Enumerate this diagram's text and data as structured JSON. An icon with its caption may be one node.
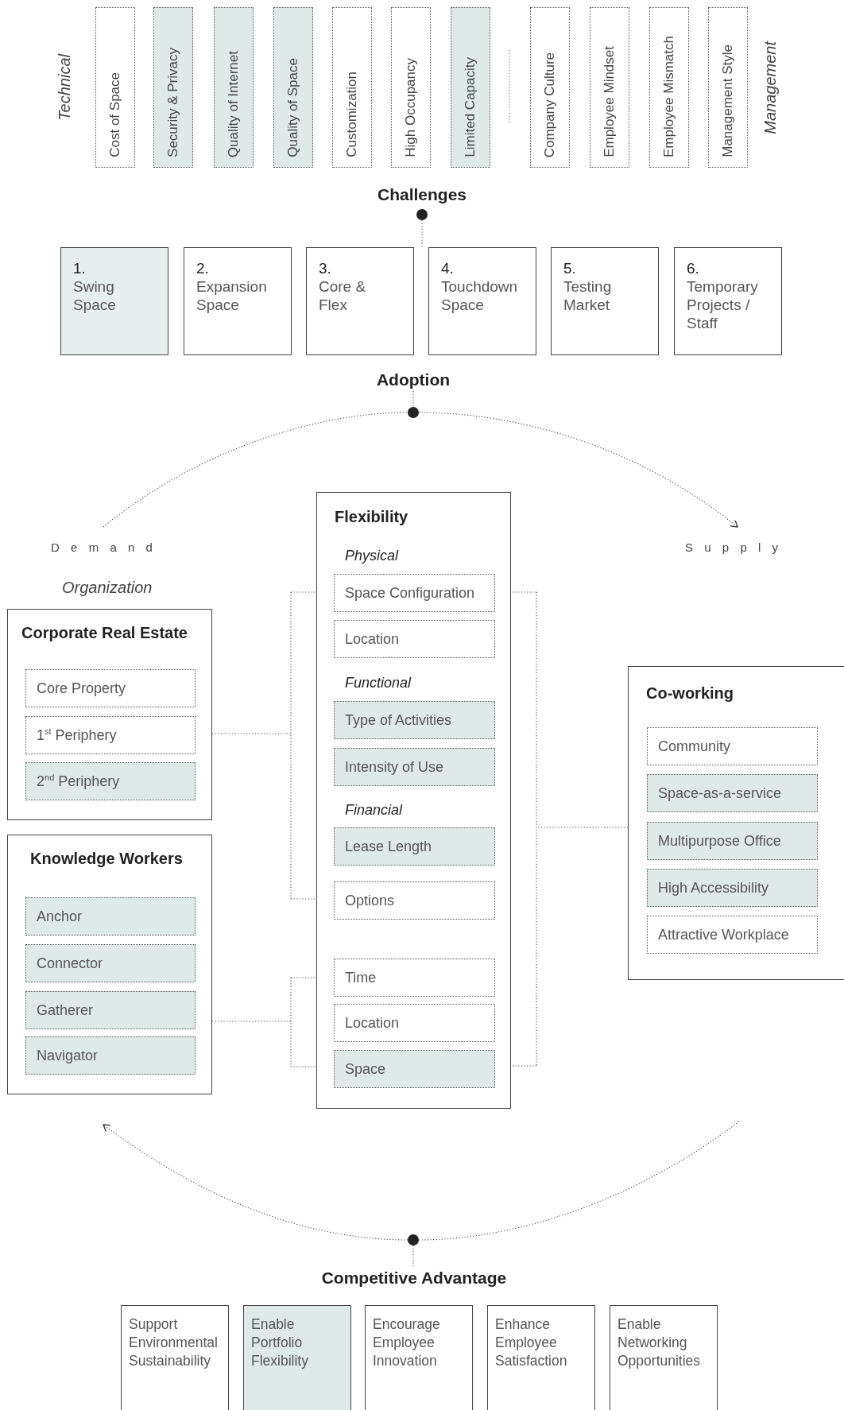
{
  "diagram": {
    "nodes": [
      {
        "text": [
          "Cost of Space"
        ]
      },
      {
        "text": [
          "Security & Privacy"
        ]
      },
      {
        "text": [
          "Quality of Internet"
        ]
      },
      {
        "text": [
          "Quality of Space"
        ]
      },
      {
        "text": [
          "Customization"
        ]
      },
      {
        "text": [
          "High Occupancy"
        ]
      },
      {
        "text": [
          "Limited Capacity"
        ]
      },
      {
        "text": [
          "Company Culture"
        ]
      },
      {
        "text": [
          "Employee Mindset"
        ]
      },
      {
        "text": [
          "Employee Mismatch"
        ]
      },
      {
        "text": [
          "Management Style"
        ]
      },
      {
        "text": [],
        "shape": "circle"
      },
      {
        "text": [
          "1.",
          "Swing Space"
        ]
      },
      {
        "text": [
          "2.",
          "Expansion Space"
        ]
      },
      {
        "text": [
          "3.",
          "Core & Flex"
        ]
      },
      {
        "text": [
          "4.",
          "Touchdown Space"
        ]
      },
      {
        "text": [
          "5.",
          "Testing Market"
        ]
      },
      {
        "text": [
          "6.",
          "Temporary Projects / Staff"
        ]
      },
      {
        "text": [
          "Adoption"
        ]
      },
      {
        "text": [],
        "shape": "circle"
      },
      {
        "text": [
          "Demand"
        ]
      },
      {
        "text": [
          "Supply"
        ]
      },
      {
        "text": [
          "Flexibility",
          "Physical",
          "Functional",
          "Financial"
        ]
      },
      {
        "text": [
          "Space Configuration"
        ],
        "in": 22
      },
      {
        "text": [
          "Location"
        ],
        "in": 22
      },
      {
        "text": [
          "Type of Activities"
        ],
        "in": 22
      },
      {
        "text": [
          "Intensity of Use"
        ],
        "in": 22
      },
      {
        "text": [
          "Lease Length"
        ],
        "in": 22
      },
      {
        "text": [
          "Options"
        ],
        "in": 22
      },
      {
        "text": [
          "Time"
        ],
        "in": 22
      },
      {
        "text": [
          "Location"
        ],
        "in": 22
      },
      {
        "text": [
          "Space"
        ],
        "in": 22
      },
      {
        "text": [
          "Corporate Real Estate"
        ]
      },
      {
        "text": [
          "Core Property"
        ],
        "in": 32
      },
      {
        "text": [
          "1$^{st}$ Periphery"
        ],
        "in": 32
      },
      {
        "text": [
          "2$^{nd}$ Periphery"
        ],
        "in": 32
      },
      {
        "text": [
          "Knowledge Workers"
        ]
      },
      {
        "text": [
          "Anchor"
        ],
        "in": 36
      },
      {
        "text": [
          "Connector"
        ],
        "in": 36
      },
      {
        "text": [
          "Gatherer"
        ],
        "in": 36
      },
      {
        "text": [
          "Navigator"
        ],
        "in": 36
      },
      {
        "text": [
          "Co-working"
        ]
      },
      {
        "text": [
          "Community"
        ],
        "in": 41
      },
      {
        "text": [
          "Space-as-a-service"
        ],
        "in": 41
      },
      {
        "text": [
          "Multipurpose Office"
        ],
        "in": 41
      },
      {
        "text": [
          "High Accessibility"
        ],
        "in": 41
      },
      {
        "text": [
          "Attractive Workplace"
        ],
        "in": 41
      },
      {
        "text": [],
        "shape": "circle"
      },
      {
        "text": [
          "Competitive Advantage"
        ]
      },
      {
        "text": [
          "Support Environmental Sustainability"
        ]
      },
      {
        "text": [
          "Enable Portfolio Flexibility"
        ]
      },
      {
        "text": [
          "Encourage Employee Innovation"
        ]
      },
      {
        "text": [
          "Enhance Employee Satisfaction"
        ]
      },
      {
        "text": [
          "Enable Networking Opportunities"
        ]
      }
    ],
    "edges": [
      {
        "from": 11,
        "to": 14,
        "arrow": "none"
      },
      {
        "from": 18,
        "to": 19,
        "arrow": "none"
      },
      {
        "from": 20,
        "to": 19,
        "arrow": "none"
      },
      {
        "from": 19,
        "to": 21,
        "arrow": "to"
      },
      {
        "from": 32,
        "to": 22,
        "arrow": "none"
      },
      {
        "from": 36,
        "to": 22,
        "arrow": "none"
      },
      {
        "from": 41,
        "to": 22,
        "arrow": "none"
      },
      {
        "from": null,
        "to": 47,
        "arrow": "none"
      },
      {
        "from": 47,
        "to": 36,
        "arrow": "to"
      },
      {
        "from": 47,
        "to": 48,
        "arrow": "none"
      }
    ],
    "labels": [
      "Technical",
      "Management",
      "Challenges",
      "Organization"
    ]
  }
}
